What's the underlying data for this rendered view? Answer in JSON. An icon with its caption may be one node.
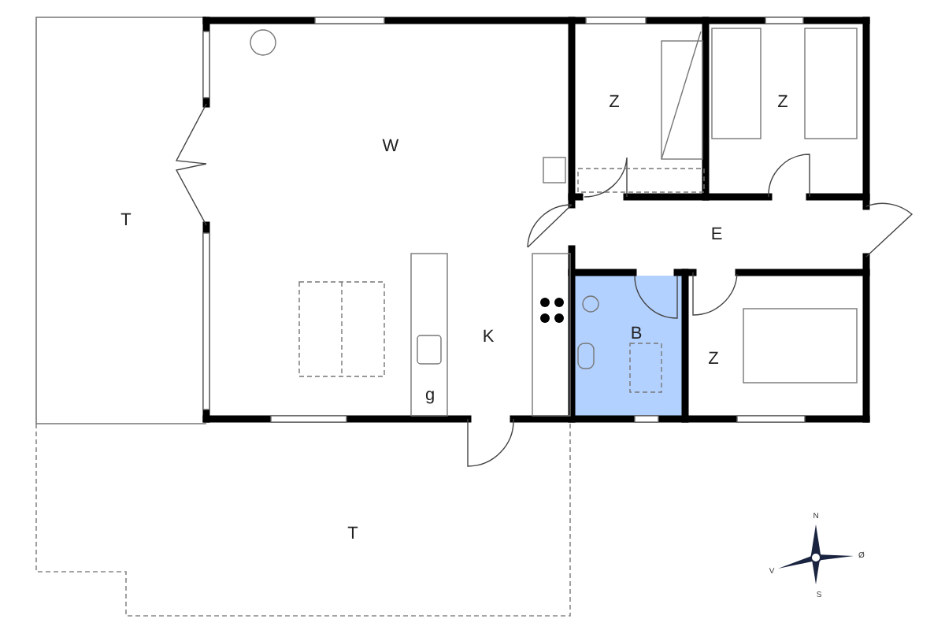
{
  "diagram": {
    "nodes": [
      {
        "text": [
          "T"
        ]
      },
      {
        "text": [
          "W"
        ]
      },
      {
        "text": [
          "Z"
        ]
      },
      {
        "text": [
          "Z"
        ]
      },
      {
        "text": [
          "E"
        ]
      },
      {
        "text": [
          "K"
        ],
        "in": 1
      },
      {
        "text": [
          "B"
        ]
      },
      {
        "text": [
          "Z"
        ]
      },
      {
        "text": [
          "g"
        ],
        "in": 5
      },
      {
        "text": [
          "T"
        ]
      }
    ],
    "edges": [],
    "labels": [
      "N",
      "V",
      "Ø",
      "S"
    ]
  }
}
